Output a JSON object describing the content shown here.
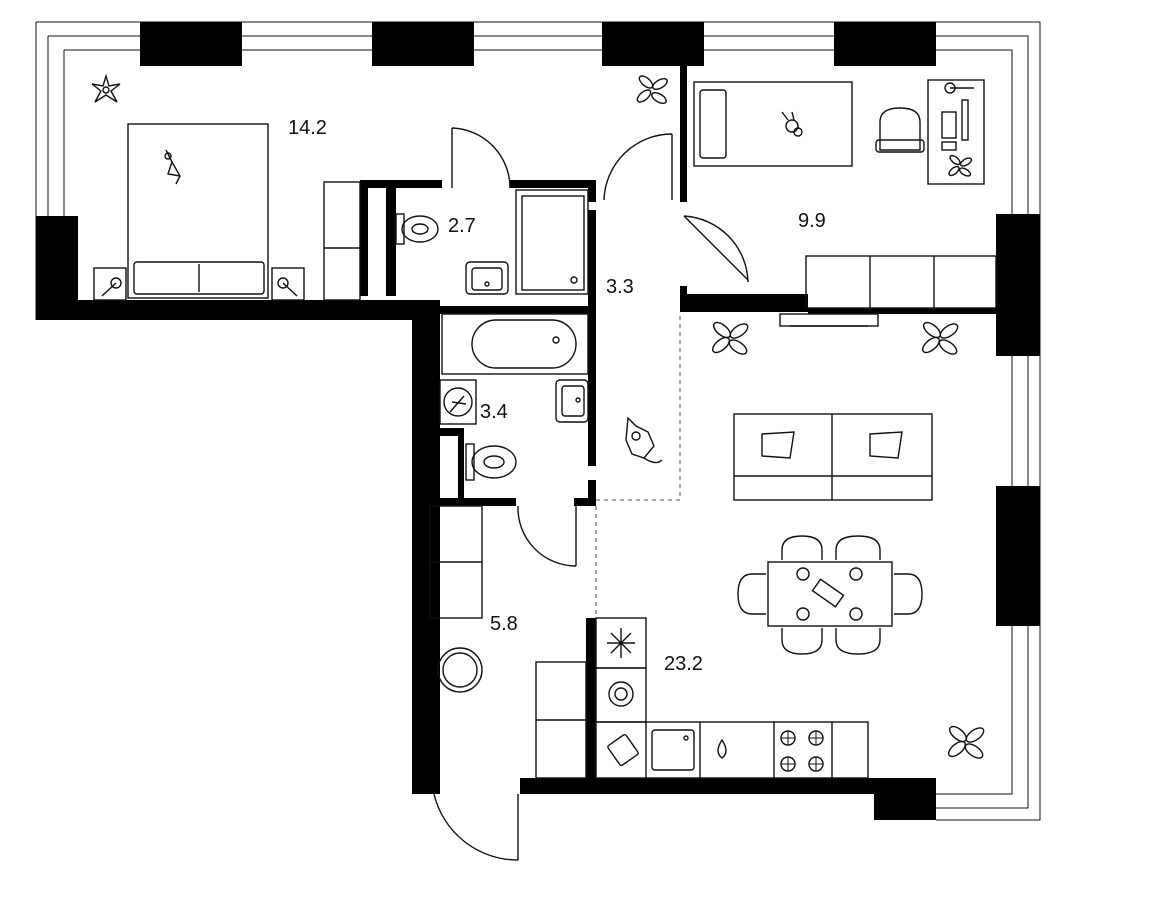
{
  "rooms": [
    {
      "id": "bedroom",
      "area": "14.2"
    },
    {
      "id": "wc",
      "area": "2.7"
    },
    {
      "id": "corridor",
      "area": "3.3"
    },
    {
      "id": "kids-room",
      "area": "9.9"
    },
    {
      "id": "bathroom",
      "area": "3.4"
    },
    {
      "id": "hall",
      "area": "5.8"
    },
    {
      "id": "living-kitchen",
      "area": "23.2"
    }
  ],
  "colors": {
    "wall": "#000000",
    "line": "#111111",
    "background": "#ffffff"
  },
  "icons": [
    "double-bed-icon",
    "nightstand-lamp-icon",
    "cat-icon",
    "plant-icon",
    "toilet-icon",
    "washbasin-icon",
    "shower-icon",
    "bathtub-icon",
    "boiler-icon",
    "single-bed-icon",
    "toy-bunny-icon",
    "armchair-icon",
    "desk-icon",
    "wardrobe-icon",
    "tv-icon",
    "sofa-icon",
    "dining-table-icon",
    "chair-icon",
    "round-mirror-icon",
    "fridge-icon",
    "washing-machine-icon",
    "sink-icon",
    "cooktop-icon",
    "door-swing-icon",
    "window-icon"
  ]
}
